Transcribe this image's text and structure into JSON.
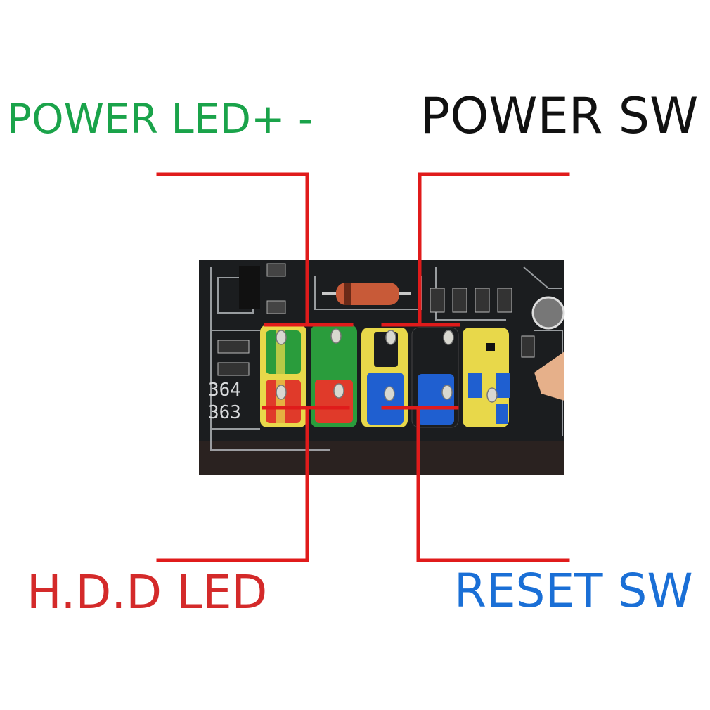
{
  "labels": {
    "power_led": {
      "text": "POWER LED+ -",
      "color": "#1aa34a"
    },
    "power_sw": {
      "text": "POWER SW",
      "color": "#111111"
    },
    "hdd_led": {
      "text": "H.D.D LED",
      "color": "#d42a2a"
    },
    "reset_sw": {
      "text": "RESET SW",
      "color": "#1a6fd6"
    }
  },
  "board": {
    "silkscreen": [
      "364",
      "363"
    ],
    "colors": {
      "pcb": "#1b1d1f",
      "power_led_pins": "#2a9c3c",
      "hdd_led_pins": "#e03a2a",
      "reset_sw_pins": "#1f5fd0",
      "blank_pin": "#e8d84a"
    }
  },
  "leader_line_color": "#e01b1b"
}
